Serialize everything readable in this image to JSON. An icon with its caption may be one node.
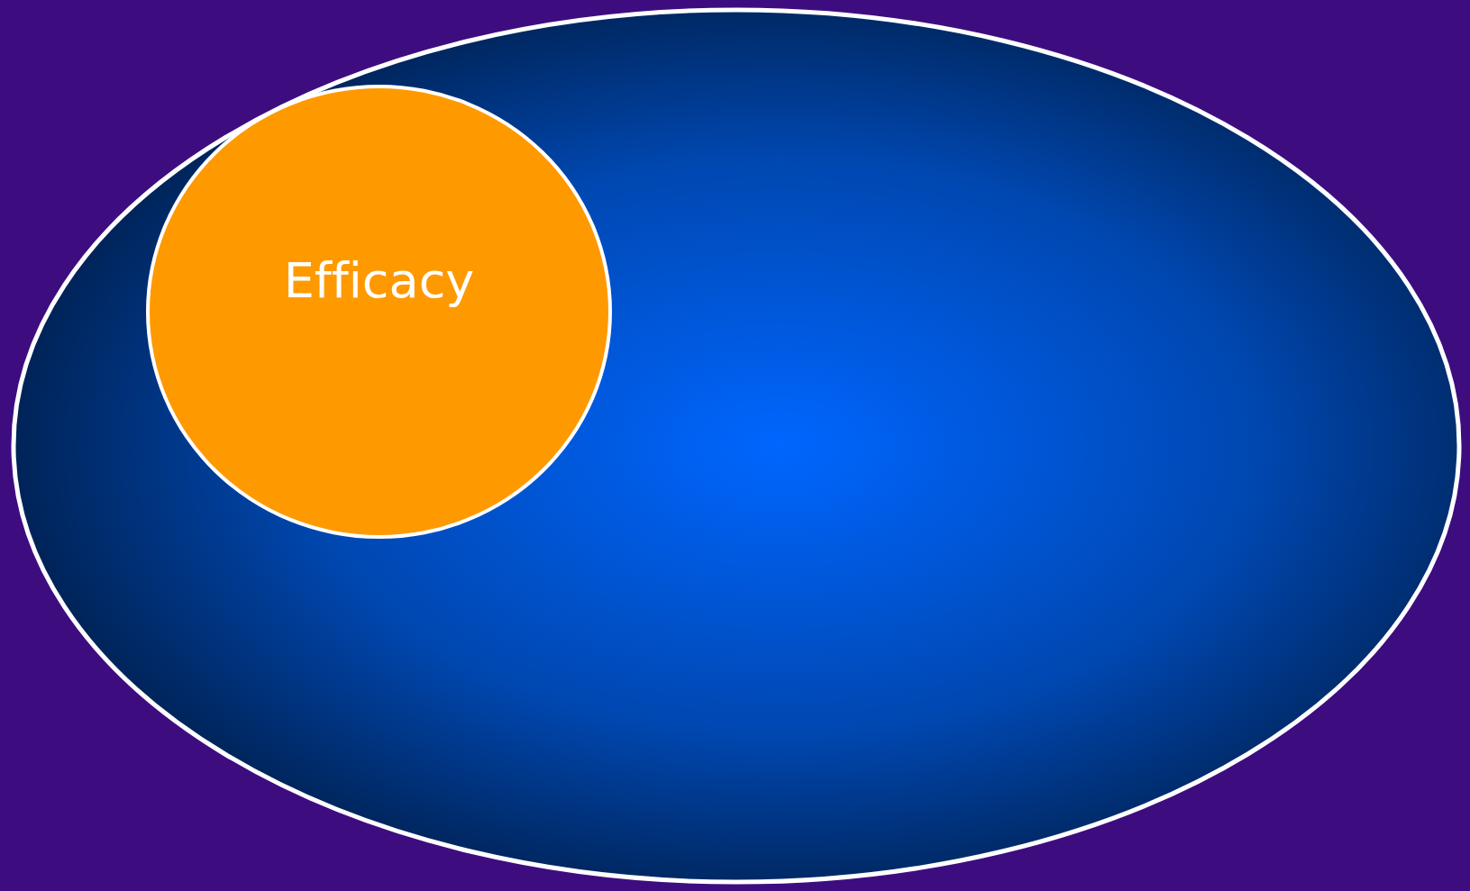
{
  "diagram": {
    "nodes": [
      {
        "text": [],
        "shape": "ellipse"
      },
      {
        "text": [
          "Efficacy"
        ],
        "in": 0
      }
    ]
  }
}
